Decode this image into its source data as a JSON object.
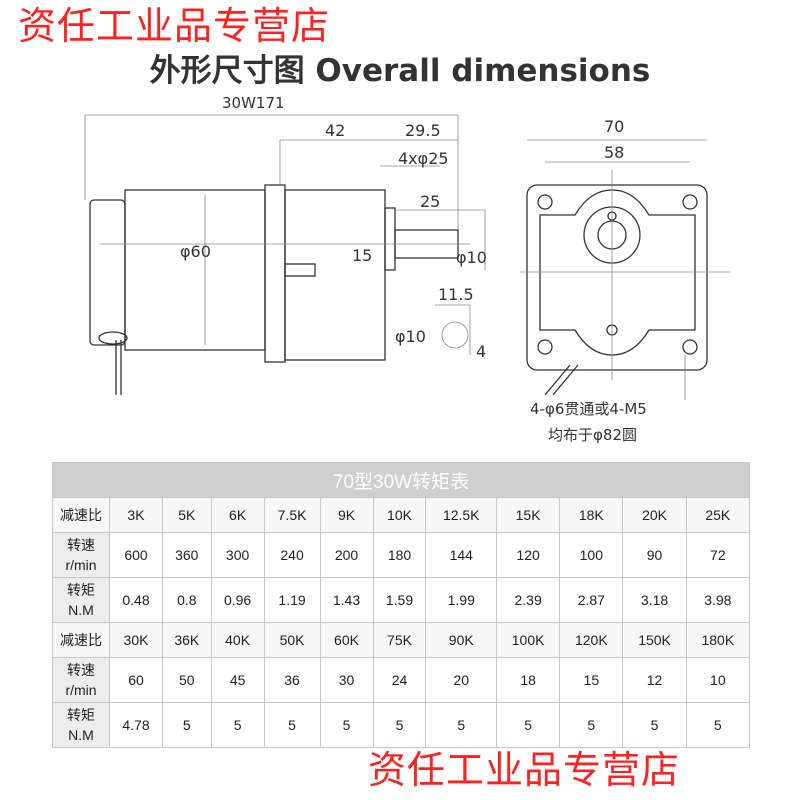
{
  "watermark": "资任工业品专营店",
  "title": "外形尺寸图 Overall dimensions",
  "drawing": {
    "total": "30W171",
    "d42": "42",
    "d29_5": "29.5",
    "bore": "4xφ25",
    "d25": "25",
    "body_dia": "φ60",
    "d15": "15",
    "shaft_dia": "φ10",
    "d11_5": "11.5",
    "shaft_dia2": "φ10",
    "key": "4",
    "width70": "70",
    "width58": "58",
    "holes": "4-φ6贯通或4-M5",
    "pcd": "均布于φ82圆"
  },
  "table": {
    "title": "70型30W转矩表",
    "rows": [
      {
        "label": [
          "减速比"
        ],
        "cells": [
          "3K",
          "5K",
          "6K",
          "7.5K",
          "9K",
          "10K",
          "12.5K",
          "15K",
          "18K",
          "20K",
          "25K"
        ]
      },
      {
        "label": [
          "转速",
          "r/min"
        ],
        "cells": [
          "600",
          "360",
          "300",
          "240",
          "200",
          "180",
          "144",
          "120",
          "100",
          "90",
          "72"
        ]
      },
      {
        "label": [
          "转矩",
          "N.M"
        ],
        "cells": [
          "0.48",
          "0.8",
          "0.96",
          "1.19",
          "1.43",
          "1.59",
          "1.99",
          "2.39",
          "2.87",
          "3.18",
          "3.98"
        ]
      },
      {
        "label": [
          "减速比"
        ],
        "cells": [
          "30K",
          "36K",
          "40K",
          "50K",
          "60K",
          "75K",
          "90K",
          "100K",
          "120K",
          "150K",
          "180K"
        ]
      },
      {
        "label": [
          "转速",
          "r/min"
        ],
        "cells": [
          "60",
          "50",
          "45",
          "36",
          "30",
          "24",
          "20",
          "18",
          "15",
          "12",
          "10"
        ]
      },
      {
        "label": [
          "转矩",
          "N.M"
        ],
        "cells": [
          "4.78",
          "5",
          "5",
          "5",
          "5",
          "5",
          "5",
          "5",
          "5",
          "5",
          "5"
        ]
      }
    ]
  }
}
